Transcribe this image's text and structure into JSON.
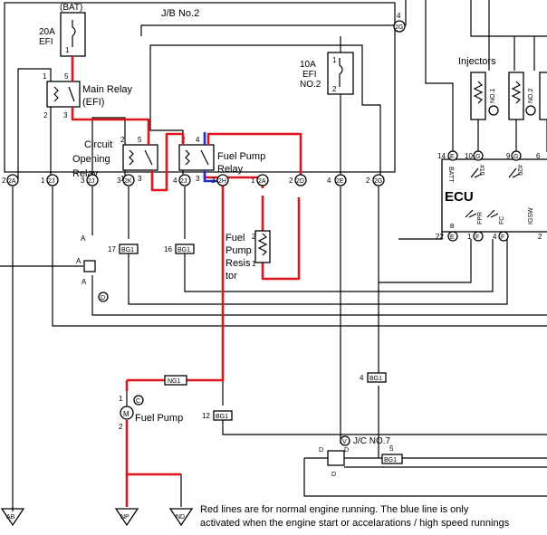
{
  "jb": {
    "title": "J/B No.2"
  },
  "fuses": {
    "bat_label": "(BAT)",
    "efi_rating": "20A",
    "efi_name": "EFI",
    "efi2_rating": "10A",
    "efi2_line1": "EFI",
    "efi2_line2": "NO.2"
  },
  "relays": {
    "main_line1": "Main Relay",
    "main_line2": "(EFI)",
    "circuit_line1": "Circuit",
    "circuit_line2": "Opening",
    "circuit_line3": "Relay",
    "pump_line1": "Fuel Pump",
    "pump_line2": "Relay"
  },
  "pins": {
    "p1": "1",
    "p2": "2",
    "p3": "3",
    "p4": "4",
    "p5": "5"
  },
  "connectors": {
    "c2a": "2",
    "c2a_id": "2A",
    "c2j1": "1",
    "c2j1_id": "2J",
    "c2j3": "3",
    "c2j3_id": "2J",
    "c2k": "3",
    "c2k_id": "2K",
    "c2j4": "4",
    "c2j4_id": "2J",
    "c2h": "3",
    "c2h_id": "2H",
    "c2a1": "1",
    "c2a1_id": "2A",
    "c2d": "2",
    "c2d_id": "2D",
    "c2e": "4",
    "c2e_id": "2E",
    "c2g": "2",
    "c2g_id": "2G",
    "c2g_top": "4",
    "c2g_top_id": "2G"
  },
  "bg": {
    "bg17_num": "17",
    "bg17": "BG1",
    "bg16_num": "16",
    "bg16": "BG1",
    "bg4_num": "4",
    "bg4": "BG1",
    "bg12_num": "12",
    "bg12": "BG1",
    "bg5_num": "5",
    "bg5": "BG1",
    "ng1": "NG1"
  },
  "resistor": {
    "l1": "Fuel",
    "l2": "Pump",
    "l3": "Resis",
    "l4": "tor"
  },
  "pump": {
    "label": "Fuel Pump",
    "circle": "C",
    "m": "M"
  },
  "junction_a": {
    "a1": "A",
    "a2": "A",
    "a3": "A",
    "circ": "D"
  },
  "jc": {
    "circle": "V",
    "label": "J/C  NO.7",
    "d1": "D",
    "d2": "D",
    "d3": "D"
  },
  "injectors": {
    "title": "Injectors",
    "n1": "NO.1",
    "n2": "NO.2"
  },
  "ecu": {
    "title": "ECU",
    "e14": "14",
    "e14_id": "E",
    "e10": "10",
    "e10_id": "G",
    "e9": "9",
    "e9_id": "G",
    "e6": "6",
    "e22": "22",
    "e22_id": "E",
    "e1": "1",
    "e1_id": "F",
    "e4": "4",
    "e4_id": "F",
    "e2": "2",
    "batt": "BATT",
    "n10": "#10",
    "n20": "#20",
    "b": "B",
    "fpr": "FPR",
    "fc": "FC",
    "igsw": "IGSW"
  },
  "grounds": {
    "ab": "AB",
    "np": "NP",
    "nd": "ND"
  },
  "note": {
    "line1": "Red lines are for normal engine running. The blue line is only",
    "line2": "activated when the engine start or accelarations / high speed runnings"
  },
  "colors": {
    "normal_wire": "#e0141c",
    "start_wire": "#1b2fd6"
  }
}
